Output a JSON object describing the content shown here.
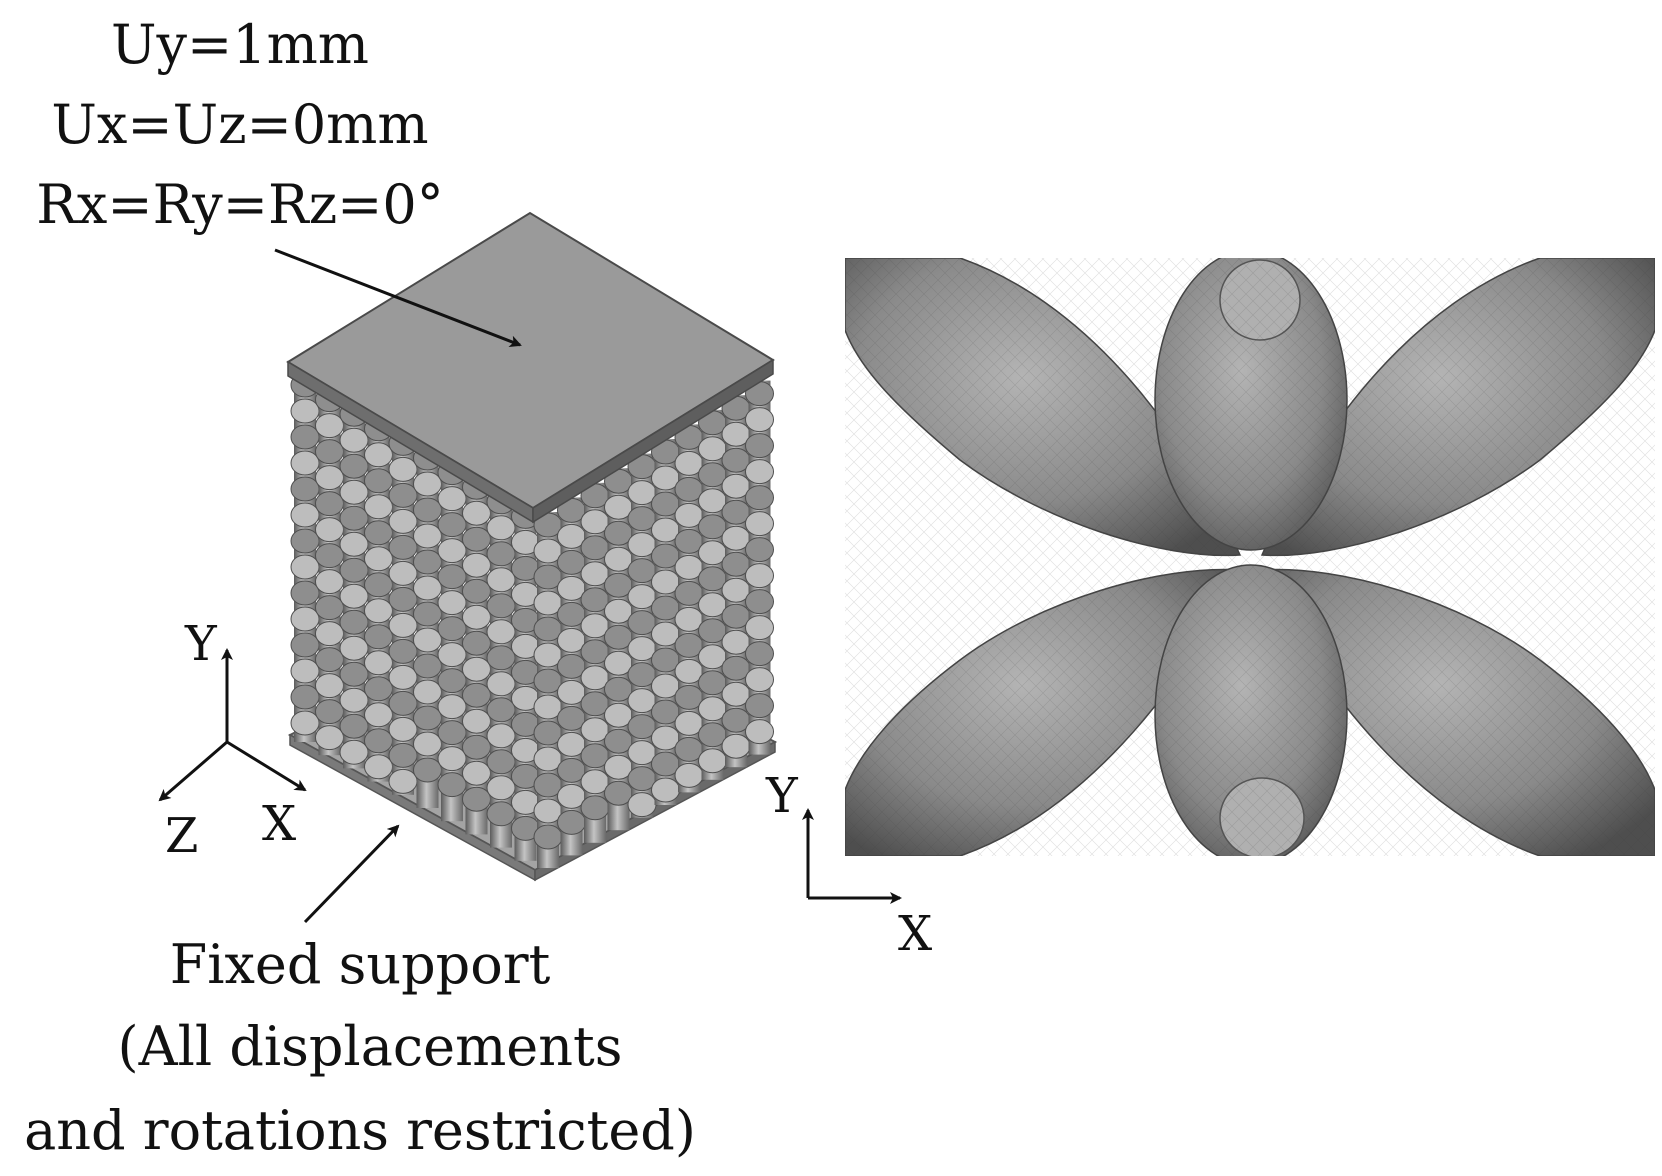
{
  "boundary_top": {
    "line1": "Uy=1mm",
    "line2": "Ux=Uz=0mm",
    "line3": "Rx=Ry=Rz=0°"
  },
  "fixed_support": {
    "line1": "Fixed support",
    "line2": "(All displacements",
    "line3": "and rotations restricted)"
  },
  "axes_3d": {
    "y": "Y",
    "z": "Z",
    "x": "X"
  },
  "axes_2d": {
    "y": "Y",
    "x": "X"
  },
  "colors": {
    "plate_top": "#9a9a9a",
    "plate_edge": "#7a7a7a",
    "lattice": "#a8a8a8",
    "lattice_shadow": "#5a5a5a",
    "cell_surface": "#8d8d8d",
    "arrow": "#111111"
  }
}
